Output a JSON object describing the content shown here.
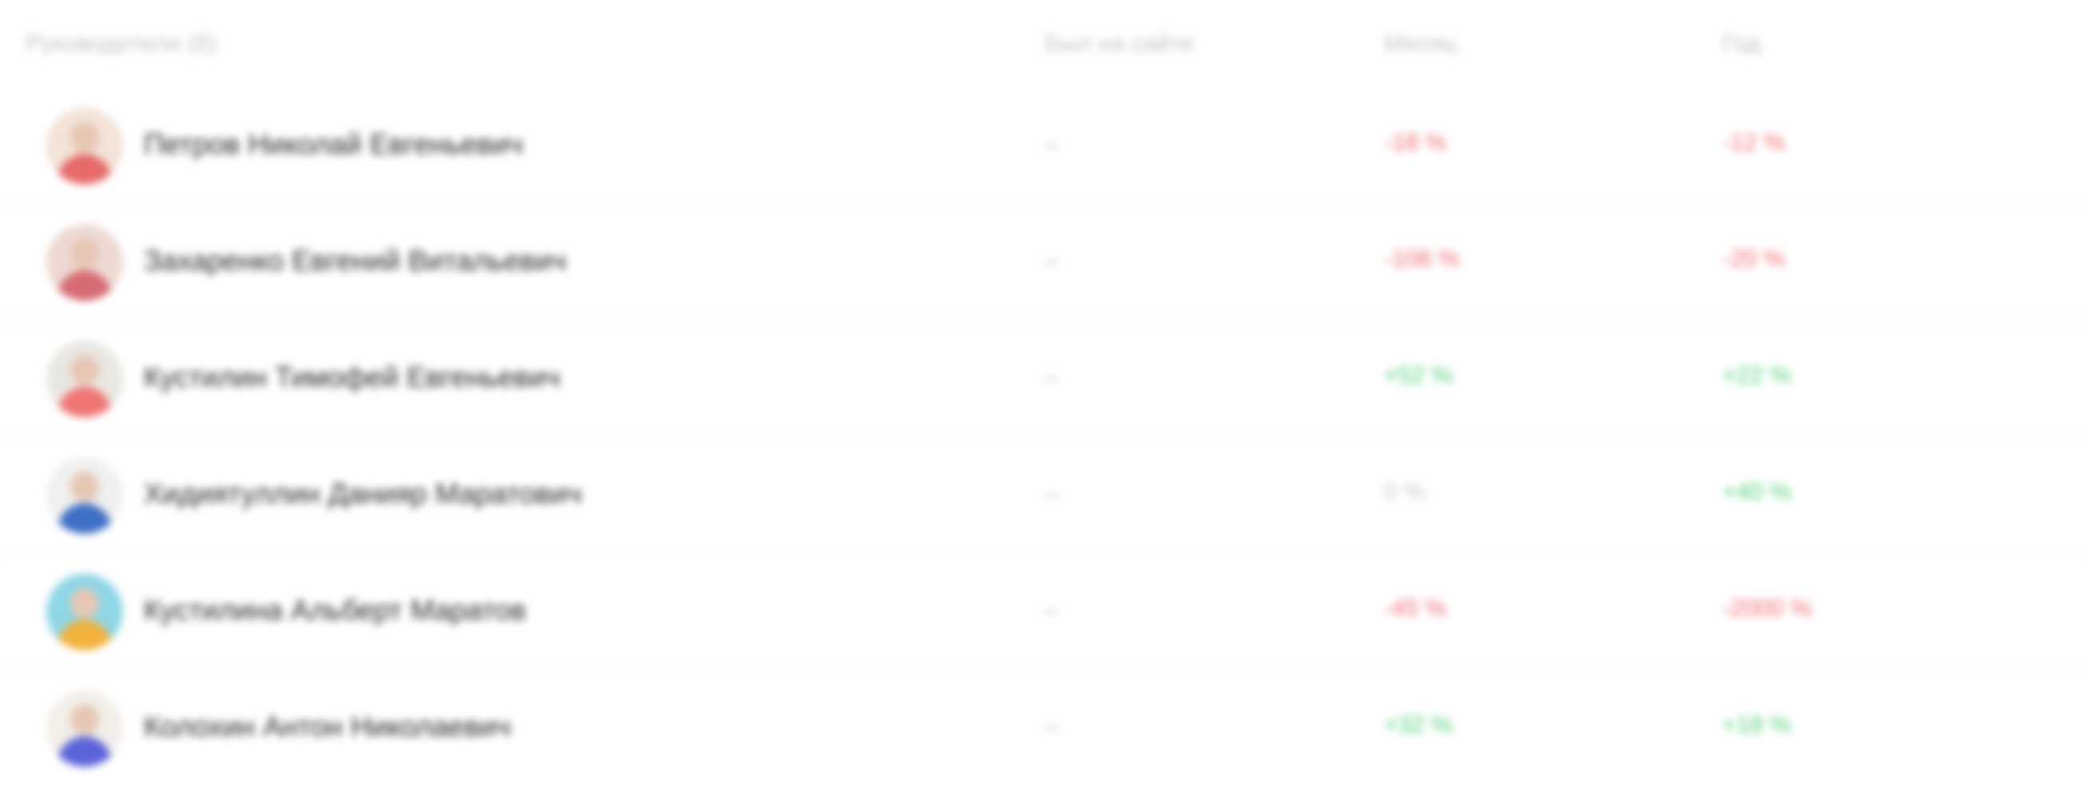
{
  "header": {
    "name": "Руководители (6)",
    "last_activity": "Был на сайте",
    "month": "Месяц",
    "year": "Год"
  },
  "rows": [
    {
      "name": "Петров Николай Евгеньевич",
      "last": "–",
      "month": "-18 %",
      "year": "-12 %",
      "month_color": "#f06a72",
      "year_color": "#f06a72",
      "avatar_bg": "#f3e3d8",
      "avatar_body": "#e66a6a"
    },
    {
      "name": "Захаренко Евгений Витальевич",
      "last": "–",
      "month": "-106 %",
      "year": "-20 %",
      "month_color": "#f06a72",
      "year_color": "#f06a72",
      "avatar_bg": "#eed8d2",
      "avatar_body": "#d76b75"
    },
    {
      "name": "Кустилин Тимофей Евгеньевич",
      "last": "–",
      "month": "+52 %",
      "year": "+22 %",
      "month_color": "#4fcf78",
      "year_color": "#4fcf78",
      "avatar_bg": "#e9e7e2",
      "avatar_body": "#f07575"
    },
    {
      "name": "Хидиятуллин Данияр Маратович",
      "last": "–",
      "month": "0 %",
      "year": "+40 %",
      "month_color": "#c9c9c9",
      "year_color": "#4fcf78",
      "avatar_bg": "#f0f0f0",
      "avatar_body": "#3f6fc6"
    },
    {
      "name": "Кустилина Альберт Маратов",
      "last": "–",
      "month": "-45 %",
      "year": "-2000 %",
      "month_color": "#f06a72",
      "year_color": "#f06a72",
      "avatar_bg": "#8fd6e6",
      "avatar_body": "#f2b23d"
    },
    {
      "name": "Колохин Антон Николаевич",
      "last": "–",
      "month": "+32 %",
      "year": "+18 %",
      "month_color": "#4fcf78",
      "year_color": "#4fcf78",
      "avatar_bg": "#f2efe9",
      "avatar_body": "#5c63d8"
    }
  ]
}
